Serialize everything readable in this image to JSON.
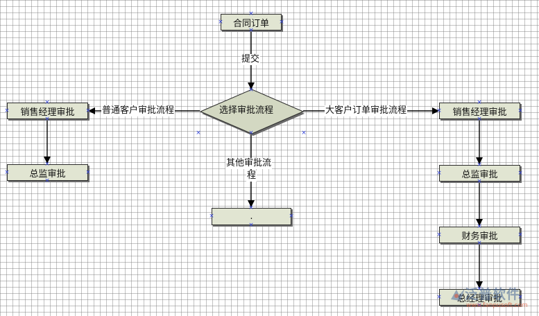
{
  "diagram": {
    "nodes": {
      "contract_order": "合同订单",
      "select_flow": "选择审批流程",
      "left_sales_manager": "销售经理审批",
      "left_director": "总监审批",
      "middle_box": ". ",
      "right_sales_manager": "销售经理审批",
      "right_director": "总监审批",
      "right_finance": "财务审批",
      "right_final": "总经理审批"
    },
    "edge_labels": {
      "submit": "提交",
      "normal_customer": "普通客户审批流程",
      "big_customer": "大客户订单审批流程",
      "other_flow_line1": "其他审批流",
      "other_flow_line2": "程"
    },
    "handle_glyph": "×"
  },
  "watermark": {
    "text": "泛普软件",
    "url": "www.fanpusoft.com"
  },
  "colors": {
    "node_fill": "#e1e5d2",
    "handle": "#3344dd",
    "line": "#000000"
  }
}
